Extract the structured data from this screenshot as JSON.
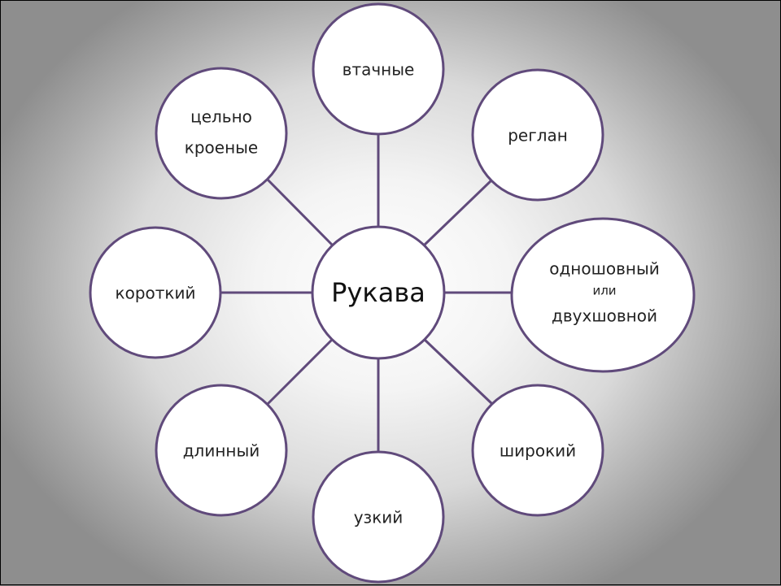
{
  "diagram": {
    "center": "Рукава",
    "nodes": {
      "set_in": "втачные",
      "raglan": "реглан",
      "seam_line1": "одношовный",
      "seam_line2": "или",
      "seam_line3": "двухшовной",
      "wide": "широкий",
      "narrow": "узкий",
      "long": "длинный",
      "short": "короткий",
      "kimono_line1": "цельно",
      "kimono_line2": "кроеные"
    }
  },
  "colors": {
    "stroke": "#604a7b",
    "node_fill": "#ffffff",
    "text": "#222222"
  }
}
